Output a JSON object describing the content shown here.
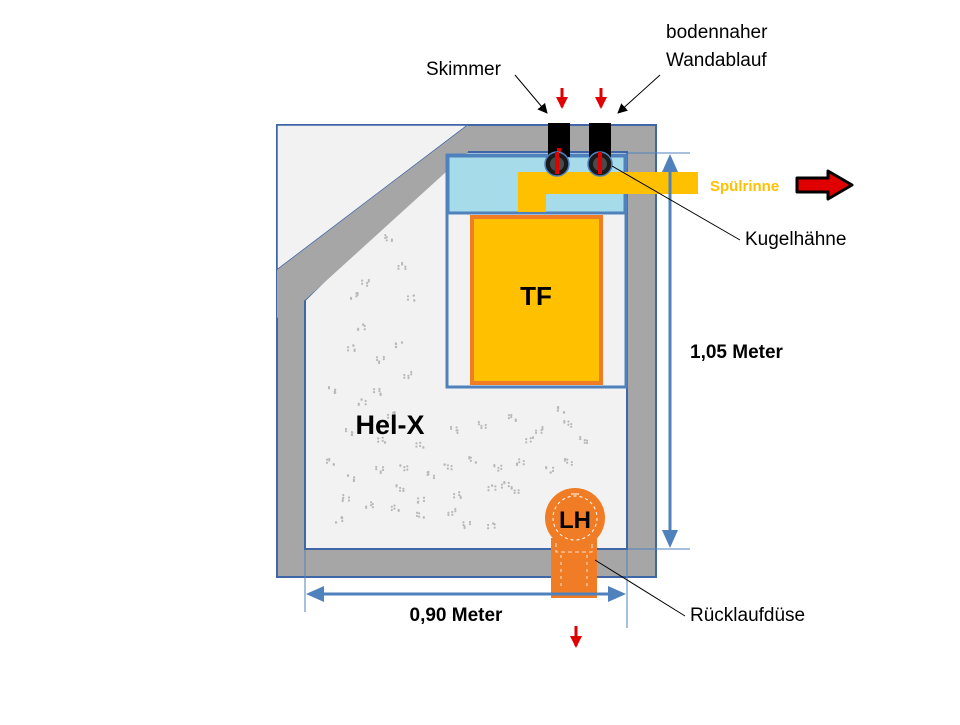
{
  "labels": {
    "skimmer": "Skimmer",
    "wall_drain_line1": "bodennaher",
    "wall_drain_line2": "Wandablauf",
    "flush_channel": "Spülrinne",
    "ball_valves": "Kugelhähne",
    "trommel_filter": "TF",
    "height": "1,05 Meter",
    "media": "Hel-X",
    "airlift": "LH",
    "return_nozzle": "Rücklaufdüse",
    "width": "0,90 Meter"
  },
  "colors": {
    "wall": "#a6a6a6",
    "wall_outline": "#3f66a6",
    "basin_fill": "#f2f2f2",
    "chamber_water": "#a6dbe9",
    "tf_fill": "#ffc000",
    "tf_border": "#f07d26",
    "airlift": "#f07d26",
    "flow_arrow": "#e00000",
    "dimension": "#4f81bd",
    "channel_label": "#ffc000"
  }
}
